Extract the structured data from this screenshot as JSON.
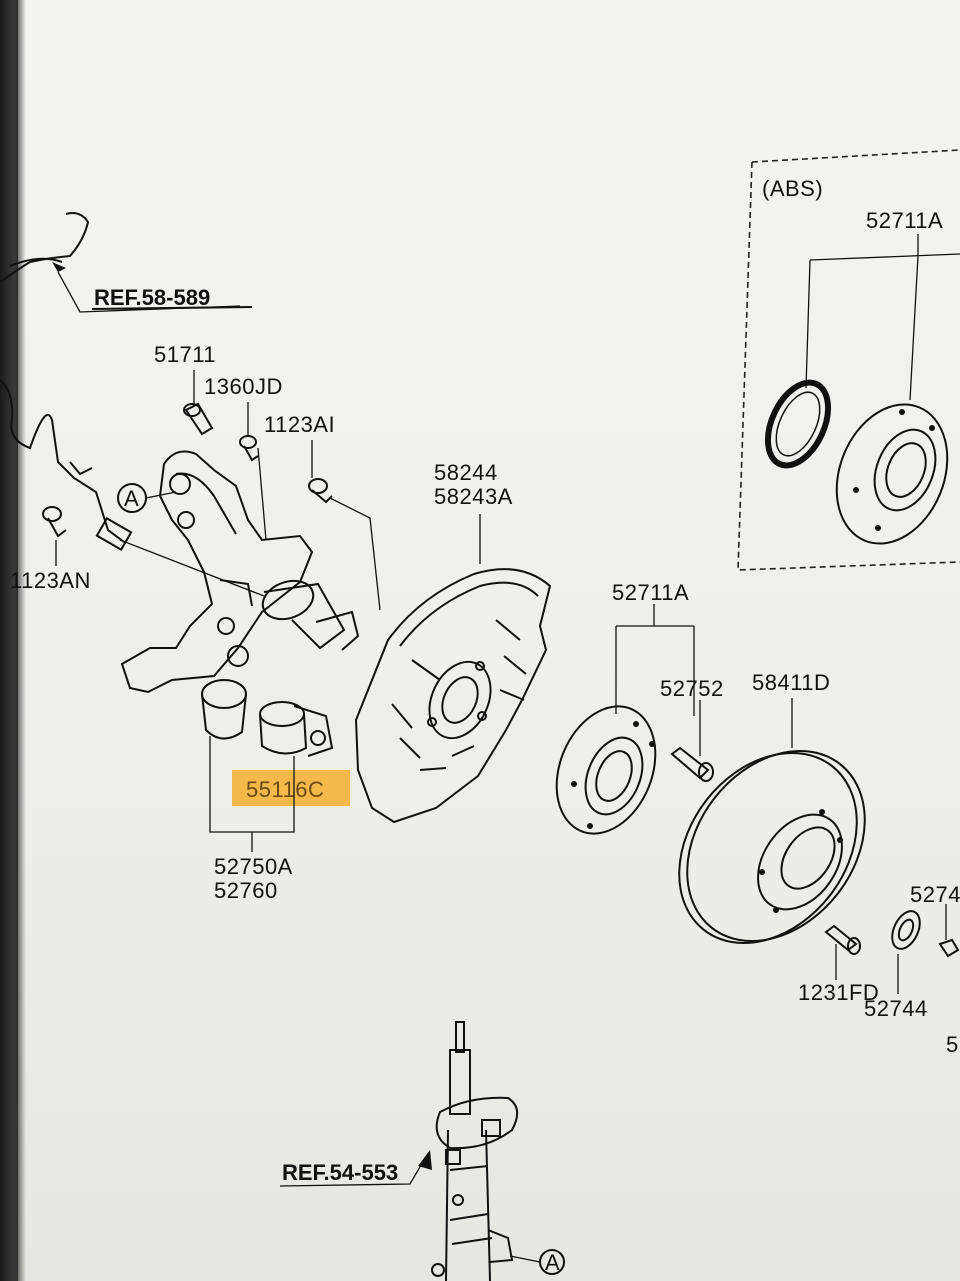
{
  "diagram": {
    "abs_box_label": "(ABS)",
    "refs": {
      "ref_top": "REF.58-589",
      "ref_bottom": "REF.54-553"
    },
    "callout_letter": "A",
    "labels": {
      "p51711": "51711",
      "p1360JD": "1360JD",
      "p1123AI": "1123AI",
      "p1123AN": "1123AN",
      "p58244": "58244",
      "p58243A": "58243A",
      "p52711A": "52711A",
      "p52711A_abs": "52711A",
      "p52752": "52752",
      "p58411D": "58411D",
      "p55116C": "55116C",
      "p52750A": "52750A",
      "p52760": "52760",
      "p1231FD": "1231FD",
      "p52744": "52744",
      "p5274_partial": "5274",
      "p5_partial": "5"
    },
    "highlight_color": "#f5b84a"
  }
}
